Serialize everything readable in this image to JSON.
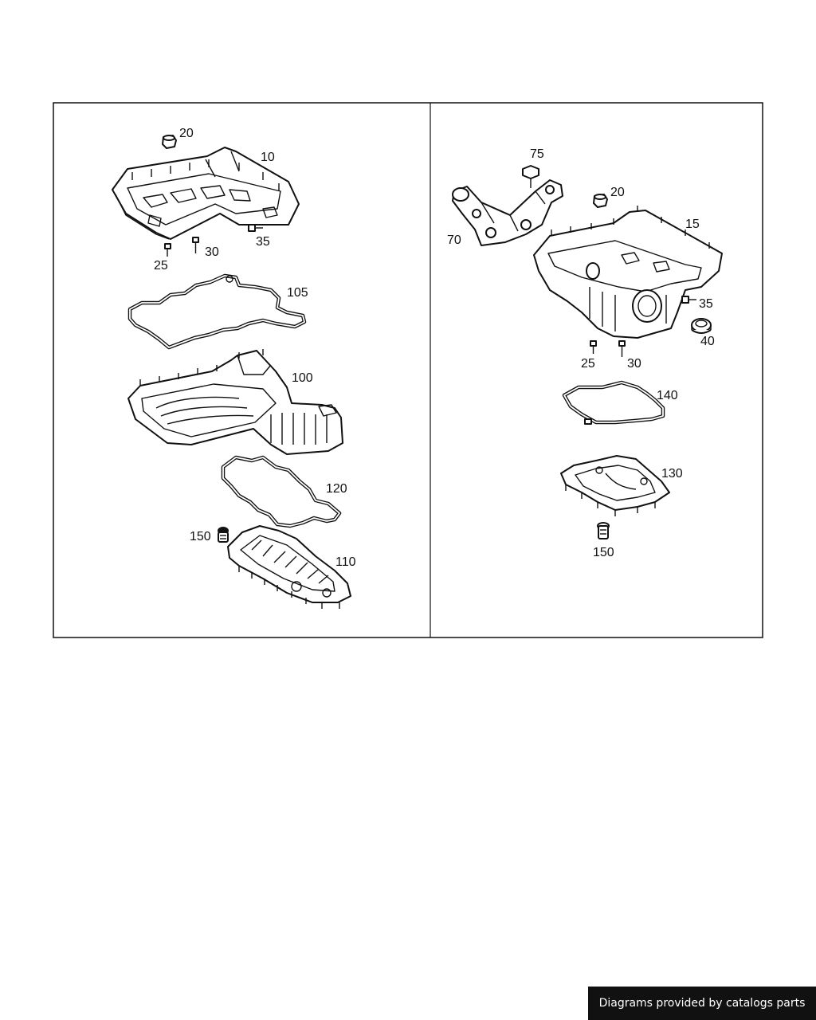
{
  "footer": {
    "text": "Diagrams provided by catalogs parts"
  },
  "left_panel": {
    "labels": {
      "p20": "20",
      "p10": "10",
      "p35": "35",
      "p30": "30",
      "p25": "25",
      "p105": "105",
      "p100": "100",
      "p120": "120",
      "p150": "150",
      "p110": "110"
    }
  },
  "right_panel": {
    "labels": {
      "p75": "75",
      "p20": "20",
      "p15": "15",
      "p70": "70",
      "p35": "35",
      "p40": "40",
      "p25": "25",
      "p30": "30",
      "p140": "140",
      "p130": "130",
      "p150": "150"
    }
  }
}
